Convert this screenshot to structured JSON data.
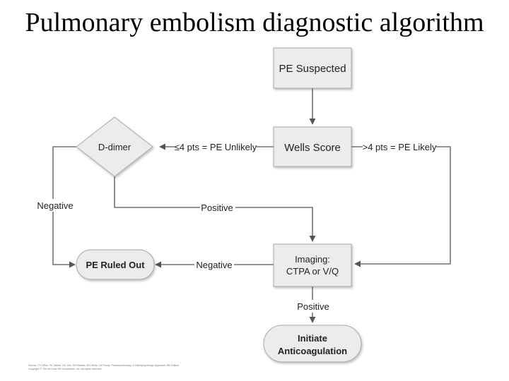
{
  "title": "Pulmonary embolism diagnostic algorithm",
  "nodes": {
    "pe_suspected": "PE Suspected",
    "wells_score": "Wells Score",
    "d_dimer": "D-dimer",
    "imaging_line1": "Imaging:",
    "imaging_line2": "CTPA or V/Q",
    "pe_ruled_out": "PE Ruled Out",
    "anticoag_line1": "Initiate",
    "anticoag_line2": "Anticoagulation"
  },
  "edges": {
    "wells_to_ddimer": "≤4 pts = PE Unlikely",
    "wells_to_imaging": ">4 pts = PE Likely",
    "ddimer_negative": "Negative",
    "ddimer_positive": "Positive",
    "imaging_negative": "Negative",
    "imaging_positive": "Positive"
  },
  "footer": {
    "line1": "Source: JT DiPiro, RL Talbert, GC Yee, GR Matzke, BG Wells, LM Posey: Pharmacotherapy: A Pathophysiologic Approach, 8th Edition",
    "line2": "Copyright © The McGraw-Hill Companies, Inc. All rights reserved."
  },
  "colors": {
    "box_fill": "#ececec",
    "box_stroke": "#a8a8a8",
    "line": "#555555"
  }
}
